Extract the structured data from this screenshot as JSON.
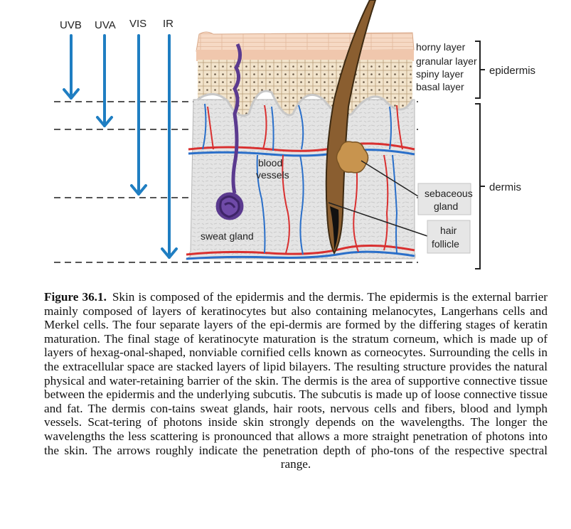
{
  "figure": {
    "rays": [
      {
        "label": "UVB"
      },
      {
        "label": "UVA"
      },
      {
        "label": "VIS"
      },
      {
        "label": "IR"
      }
    ],
    "epidermis_layers": [
      "horny layer",
      "granular layer",
      "spiny layer",
      "basal layer"
    ],
    "regions": {
      "epidermis": "epidermis",
      "dermis": "dermis"
    },
    "inner_labels": {
      "blood_vessels_1": "blood",
      "blood_vessels_2": "vessels",
      "sweat_gland": "sweat gland"
    },
    "boxes": {
      "sebaceous_1": "sebaceous",
      "sebaceous_2": "gland",
      "hair_1": "hair",
      "hair_2": "follicle"
    },
    "colors": {
      "arrow": "#1f7ec2",
      "artery": "#d93030",
      "vein": "#2a6fc9",
      "sweat": "#5b3a8f",
      "hair": "#6b4a24",
      "gland": "#c8944e"
    }
  },
  "caption": {
    "number": "Figure 36.1.",
    "text": "Skin is composed of the epidermis and the dermis. The epidermis is the external barrier mainly composed of layers of keratinocytes but also containing melanocytes, Langerhans cells and Merkel cells. The four separate layers of the epi-dermis are formed by the differing stages of keratin maturation. The final stage of keratinocyte maturation is the stratum corneum, which is made up of layers of hexag-onal-shaped, nonviable cornified cells known as corneocytes. Surrounding the cells in the extracellular space are stacked layers of lipid bilayers. The resulting structure provides the natural physical and water-retaining barrier of the skin. The dermis is the area of supportive connective tissue between the epidermis and the underlying subcutis. The subcutis is made up of loose connective tissue and fat. The dermis con-tains sweat glands, hair roots, nervous cells and fibers, blood and lymph vessels. Scat-tering of photons inside skin strongly depends on the wavelengths. The longer the wavelengths the less scattering is pronounced that allows a more straight penetration of photons into the skin. The arrows roughly indicate the penetration depth of pho-tons of the respective spectral range."
  }
}
